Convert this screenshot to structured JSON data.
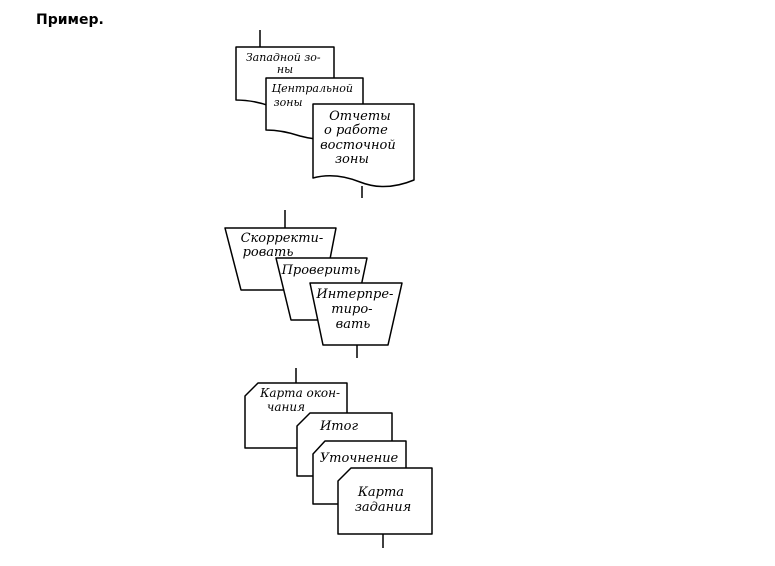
{
  "heading": "Пример.",
  "documents_group": {
    "west": [
      "Западной зо-",
      "ны"
    ],
    "central": [
      "Центральной",
      "зоны"
    ],
    "east": [
      "Отчеты",
      "о работе",
      "восточной",
      "зоны"
    ]
  },
  "manual_ops_group": {
    "correct": [
      "Скорректи-",
      "ровать"
    ],
    "check": [
      "Проверить"
    ],
    "interpret": [
      "Интерпре-",
      "тиро-",
      "вать"
    ]
  },
  "cards_group": {
    "completion": [
      "Карта окон-",
      "чания"
    ],
    "total": [
      "Итог"
    ],
    "refinement": [
      "Уточнение"
    ],
    "task": [
      "Карта",
      "задания"
    ]
  }
}
